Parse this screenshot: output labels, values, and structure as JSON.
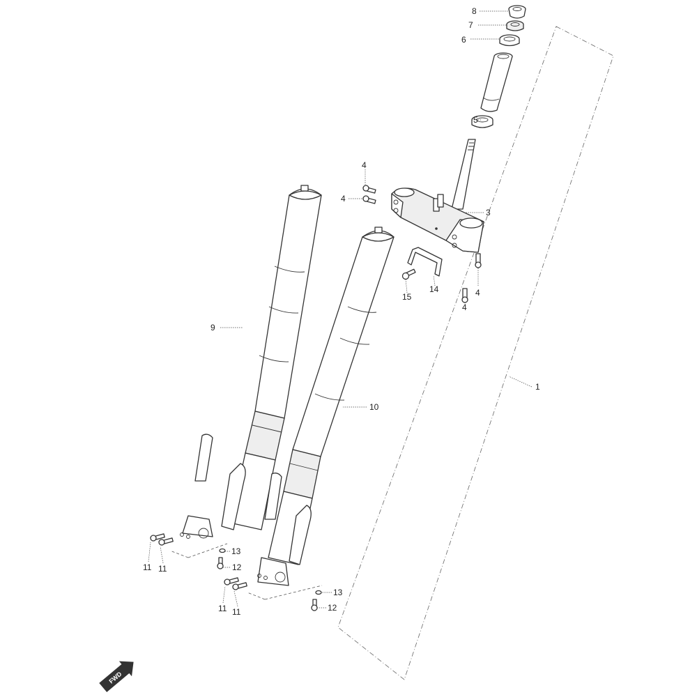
{
  "callouts": [
    {
      "id": "c8",
      "text": "8"
    },
    {
      "id": "c7",
      "text": "7"
    },
    {
      "id": "c6",
      "text": "6"
    },
    {
      "id": "c5",
      "text": "5"
    },
    {
      "id": "c4a",
      "text": "4"
    },
    {
      "id": "c4b",
      "text": "4"
    },
    {
      "id": "c3",
      "text": "3"
    },
    {
      "id": "c4c",
      "text": "4"
    },
    {
      "id": "c4d",
      "text": "4"
    },
    {
      "id": "c14",
      "text": "14"
    },
    {
      "id": "c15",
      "text": "15"
    },
    {
      "id": "c9",
      "text": "9"
    },
    {
      "id": "c1",
      "text": "1"
    },
    {
      "id": "c10",
      "text": "10"
    },
    {
      "id": "c13a",
      "text": "13"
    },
    {
      "id": "c12a",
      "text": "12"
    },
    {
      "id": "c11a",
      "text": "11"
    },
    {
      "id": "c11b",
      "text": "11"
    },
    {
      "id": "c13b",
      "text": "13"
    },
    {
      "id": "c12b",
      "text": "12"
    },
    {
      "id": "c11c",
      "text": "11"
    },
    {
      "id": "c11d",
      "text": "11"
    }
  ],
  "fwd_badge": {
    "text": "FWD"
  }
}
